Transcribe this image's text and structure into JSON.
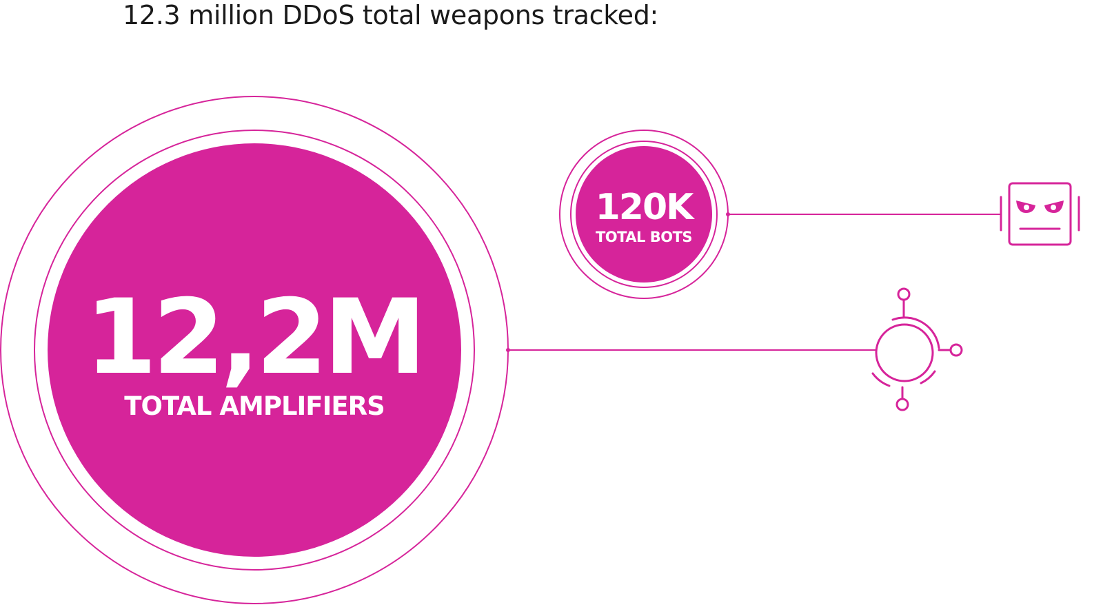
{
  "title": "12.3 million DDoS total weapons tracked:",
  "amplifiers": {
    "value": "12,2M",
    "label": "TOTAL AMPLIFIERS",
    "icon": "amplifier-node-icon"
  },
  "bots": {
    "value": "120K",
    "label": "TOTAL BOTS",
    "icon": "bot-face-icon"
  },
  "colors": {
    "accent": "#d6249a",
    "text": "#1a1a1a",
    "background": "#ffffff"
  }
}
